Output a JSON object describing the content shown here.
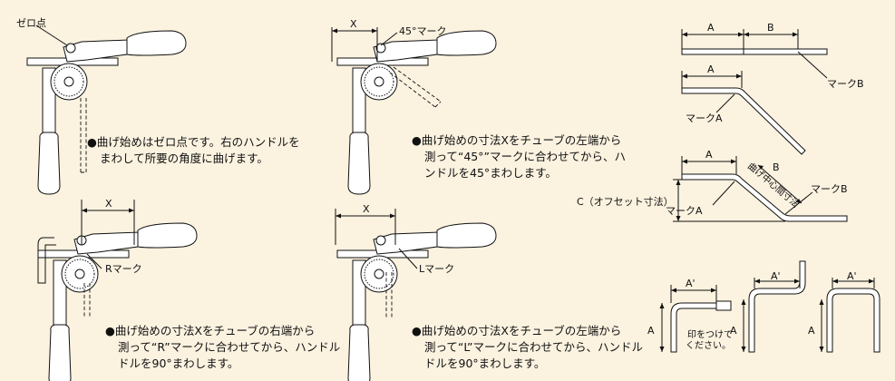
{
  "panels": {
    "zero": {
      "label": "ゼロ点",
      "caption": [
        "●曲げ始めはゼロ点です。右のハンドルを",
        "まわして所要の角度に曲げます。"
      ]
    },
    "mark45": {
      "dim": "X",
      "label": "45°マーク",
      "caption": [
        "●曲げ始めの寸法Xをチューブの左端から",
        "測って“45°”マークに合わせてから、ハ",
        "ンドルを45°まわします。"
      ]
    },
    "markR": {
      "dim": "X",
      "label": "Rマーク",
      "caption": [
        "●曲げ始めの寸法Xをチューブの右端から",
        "測って“R”マークに合わせてから、ハンドル",
        "ドルを90°まわします。"
      ]
    },
    "markL": {
      "dim": "X",
      "label": "Lマーク",
      "caption": [
        "●曲げ始めの寸法Xをチューブの左端から",
        "測って“L”マークに合わせてから、ハンドル",
        "ドルを90°まわします。"
      ]
    }
  },
  "right": {
    "straight": {
      "dimA": "A",
      "dimB": "B",
      "markB": "マークB"
    },
    "angled": {
      "dimA": "A",
      "markA": "マークA"
    },
    "offset": {
      "dimA": "A",
      "dimB": "B",
      "center": "曲げ中心間寸法",
      "markB": "マークB",
      "markA": "マークA",
      "label_c": "C（オフセット寸法）"
    },
    "ushapes": {
      "dimA1": "A'",
      "dimA2": "A'",
      "dimA3": "A'",
      "sideA1": "A",
      "sideA2": "A",
      "sideA3": "A",
      "note": [
        "印をつけて",
        "ください。"
      ]
    }
  }
}
